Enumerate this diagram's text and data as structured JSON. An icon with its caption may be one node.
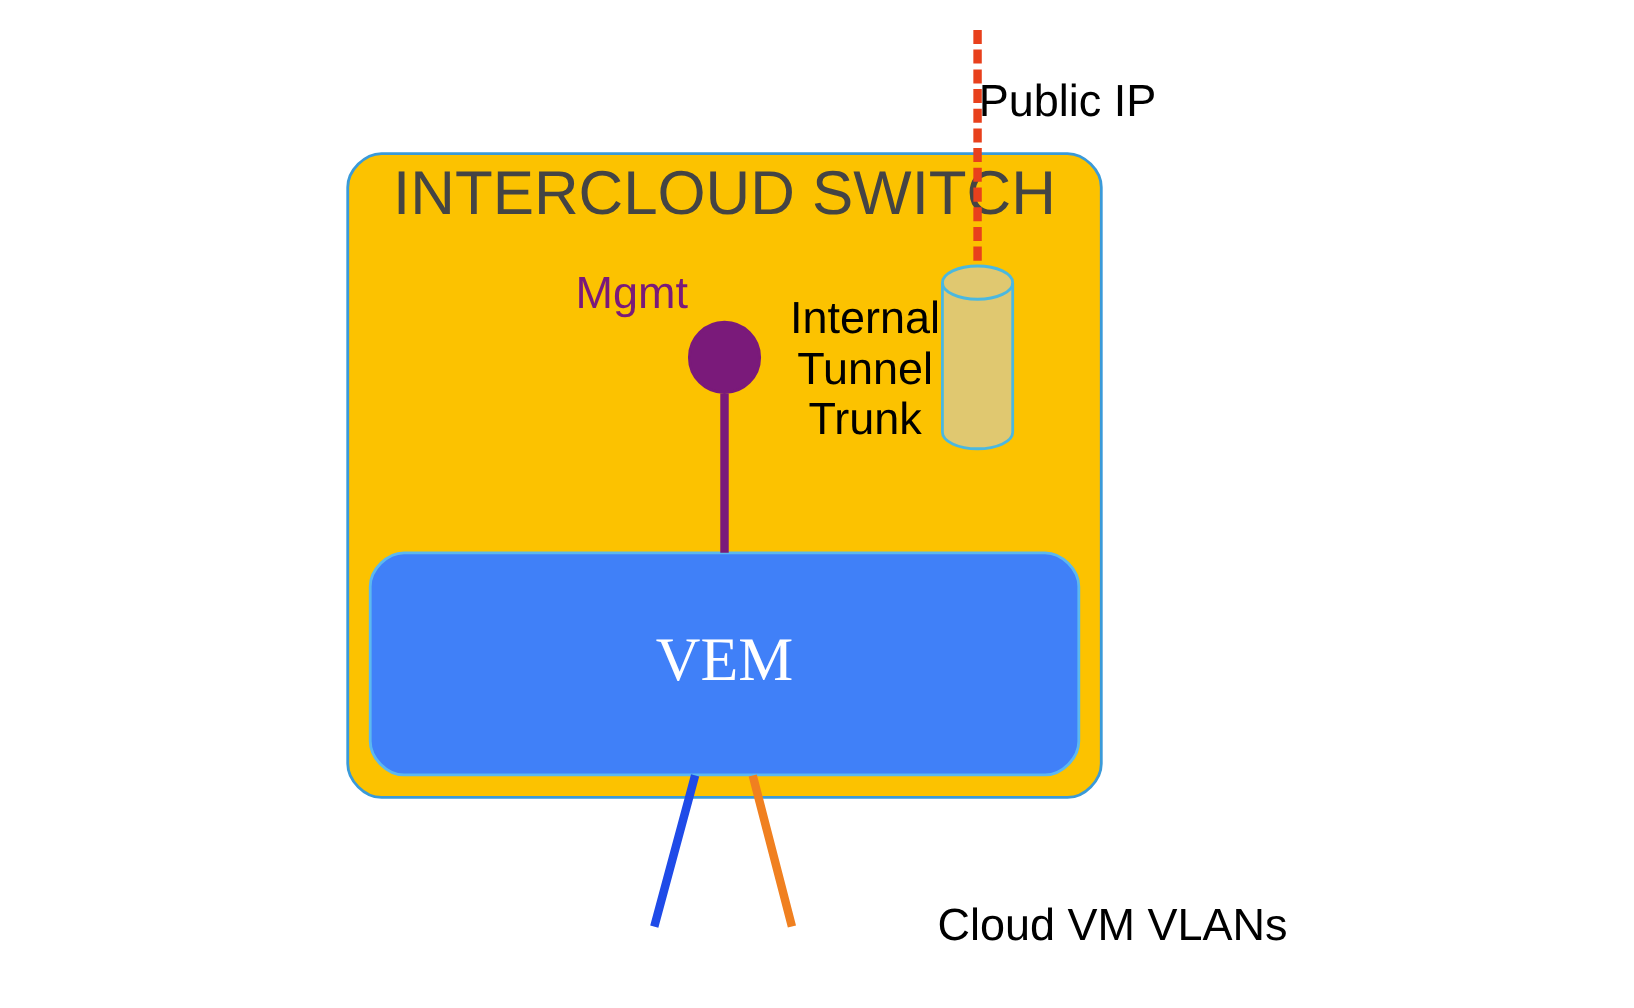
{
  "diagram": {
    "nodes": [
      {
        "text": [
          "INTERCLOUD SWITCH"
        ]
      },
      {
        "text": [
          "VEM"
        ],
        "in": 0
      },
      {
        "text": [],
        "shape": "cylinder",
        "in": 0,
        "beside": [
          "Internal Tunnel Trunk"
        ]
      },
      {
        "text": [
          "Mgmt"
        ],
        "in": 0
      }
    ],
    "edges": [
      {
        "from": null,
        "to": 2,
        "arrow": "none",
        "label": "Public IP",
        "style": "dashed",
        "color": "#e8401c"
      },
      {
        "from": 3,
        "to": 1,
        "arrow": "none",
        "color": "#7a1a7a"
      },
      {
        "from": 1,
        "to": null,
        "arrow": "none",
        "color": "#1f4be8"
      },
      {
        "from": 1,
        "to": null,
        "arrow": "none",
        "color": "#f08020"
      }
    ],
    "labels": [
      "Cloud VM VLANs"
    ]
  }
}
